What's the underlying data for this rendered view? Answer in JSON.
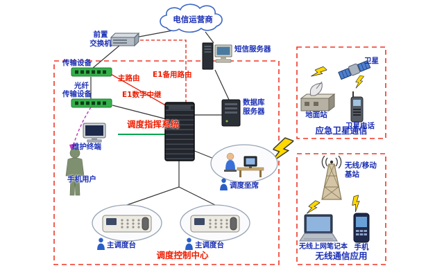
{
  "labels": {
    "telecom_operator": "电信运营商",
    "front_switch": "前置\n交换机",
    "transmission_device_top": "传输设备",
    "transmission_device_bottom": "传输设备",
    "optical_fiber": "光纤",
    "main_route": "主路由",
    "e1_backup_route": "E1备用路由",
    "e1_digital_trunk": "E1数字中继",
    "dispatch_command_system": "调度指挥系统",
    "sms_server": "短信服务器",
    "database_server": "数据库\n服务器",
    "maintenance_terminal": "维护终端",
    "mobile_user": "手机用户",
    "dispatch_seat": "调度坐席",
    "main_dispatch_console_left": "主调度台",
    "main_dispatch_console_right": "主调度台",
    "dispatch_control_center": "调度控制中心",
    "emergency_satellite_comm": "应急卫星通信",
    "satellite": "卫星",
    "ground_station": "地面站",
    "satellite_phone": "卫星电话",
    "wireless_comm_app": "无线通信应用",
    "wireless_mobile_base_station": "无线/移动\n基站",
    "wireless_laptop": "无线上网笔记本",
    "mobile_phone": "手机"
  },
  "colors": {
    "label_blue": "#1b2fb4",
    "accent_red": "#ee1c00",
    "dashed_box_red": "#f03323",
    "connector_black": "#333333",
    "connector_green": "#00a550",
    "connector_purple": "#c03cc0",
    "lightning_yellow": "#ffd800",
    "device_green": "#35b04a"
  }
}
